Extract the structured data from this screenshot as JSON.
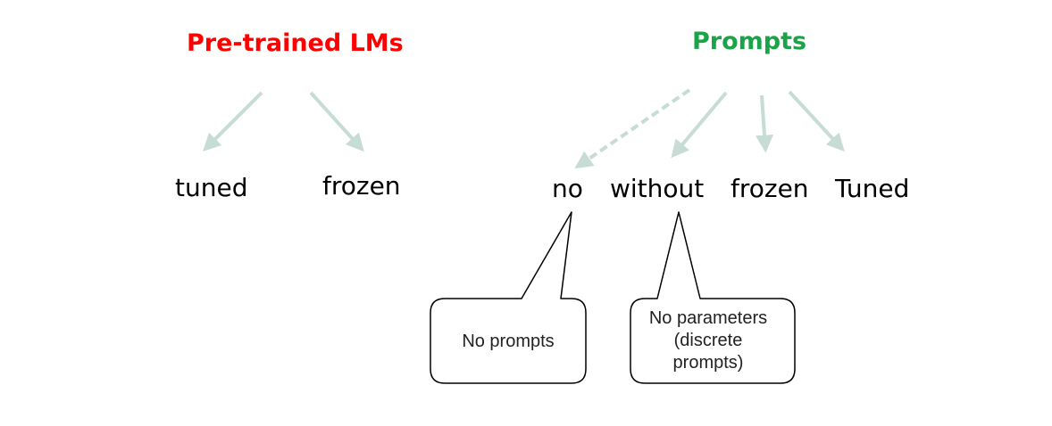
{
  "colors": {
    "left_heading": "#ff0000",
    "right_heading": "#1aa447",
    "arrow": "#c6dcd4"
  },
  "left_group": {
    "heading": "Pre-trained LMs",
    "options": [
      "tuned",
      "frozen"
    ]
  },
  "right_group": {
    "heading": "Prompts",
    "options": [
      "no",
      "without",
      "frozen",
      "Tuned"
    ]
  },
  "callouts": [
    {
      "text": "No prompts",
      "points_to": "no"
    },
    {
      "text": "No parameters (discrete prompts)",
      "points_to": "without"
    }
  ],
  "dashed_arrow_to": "no"
}
